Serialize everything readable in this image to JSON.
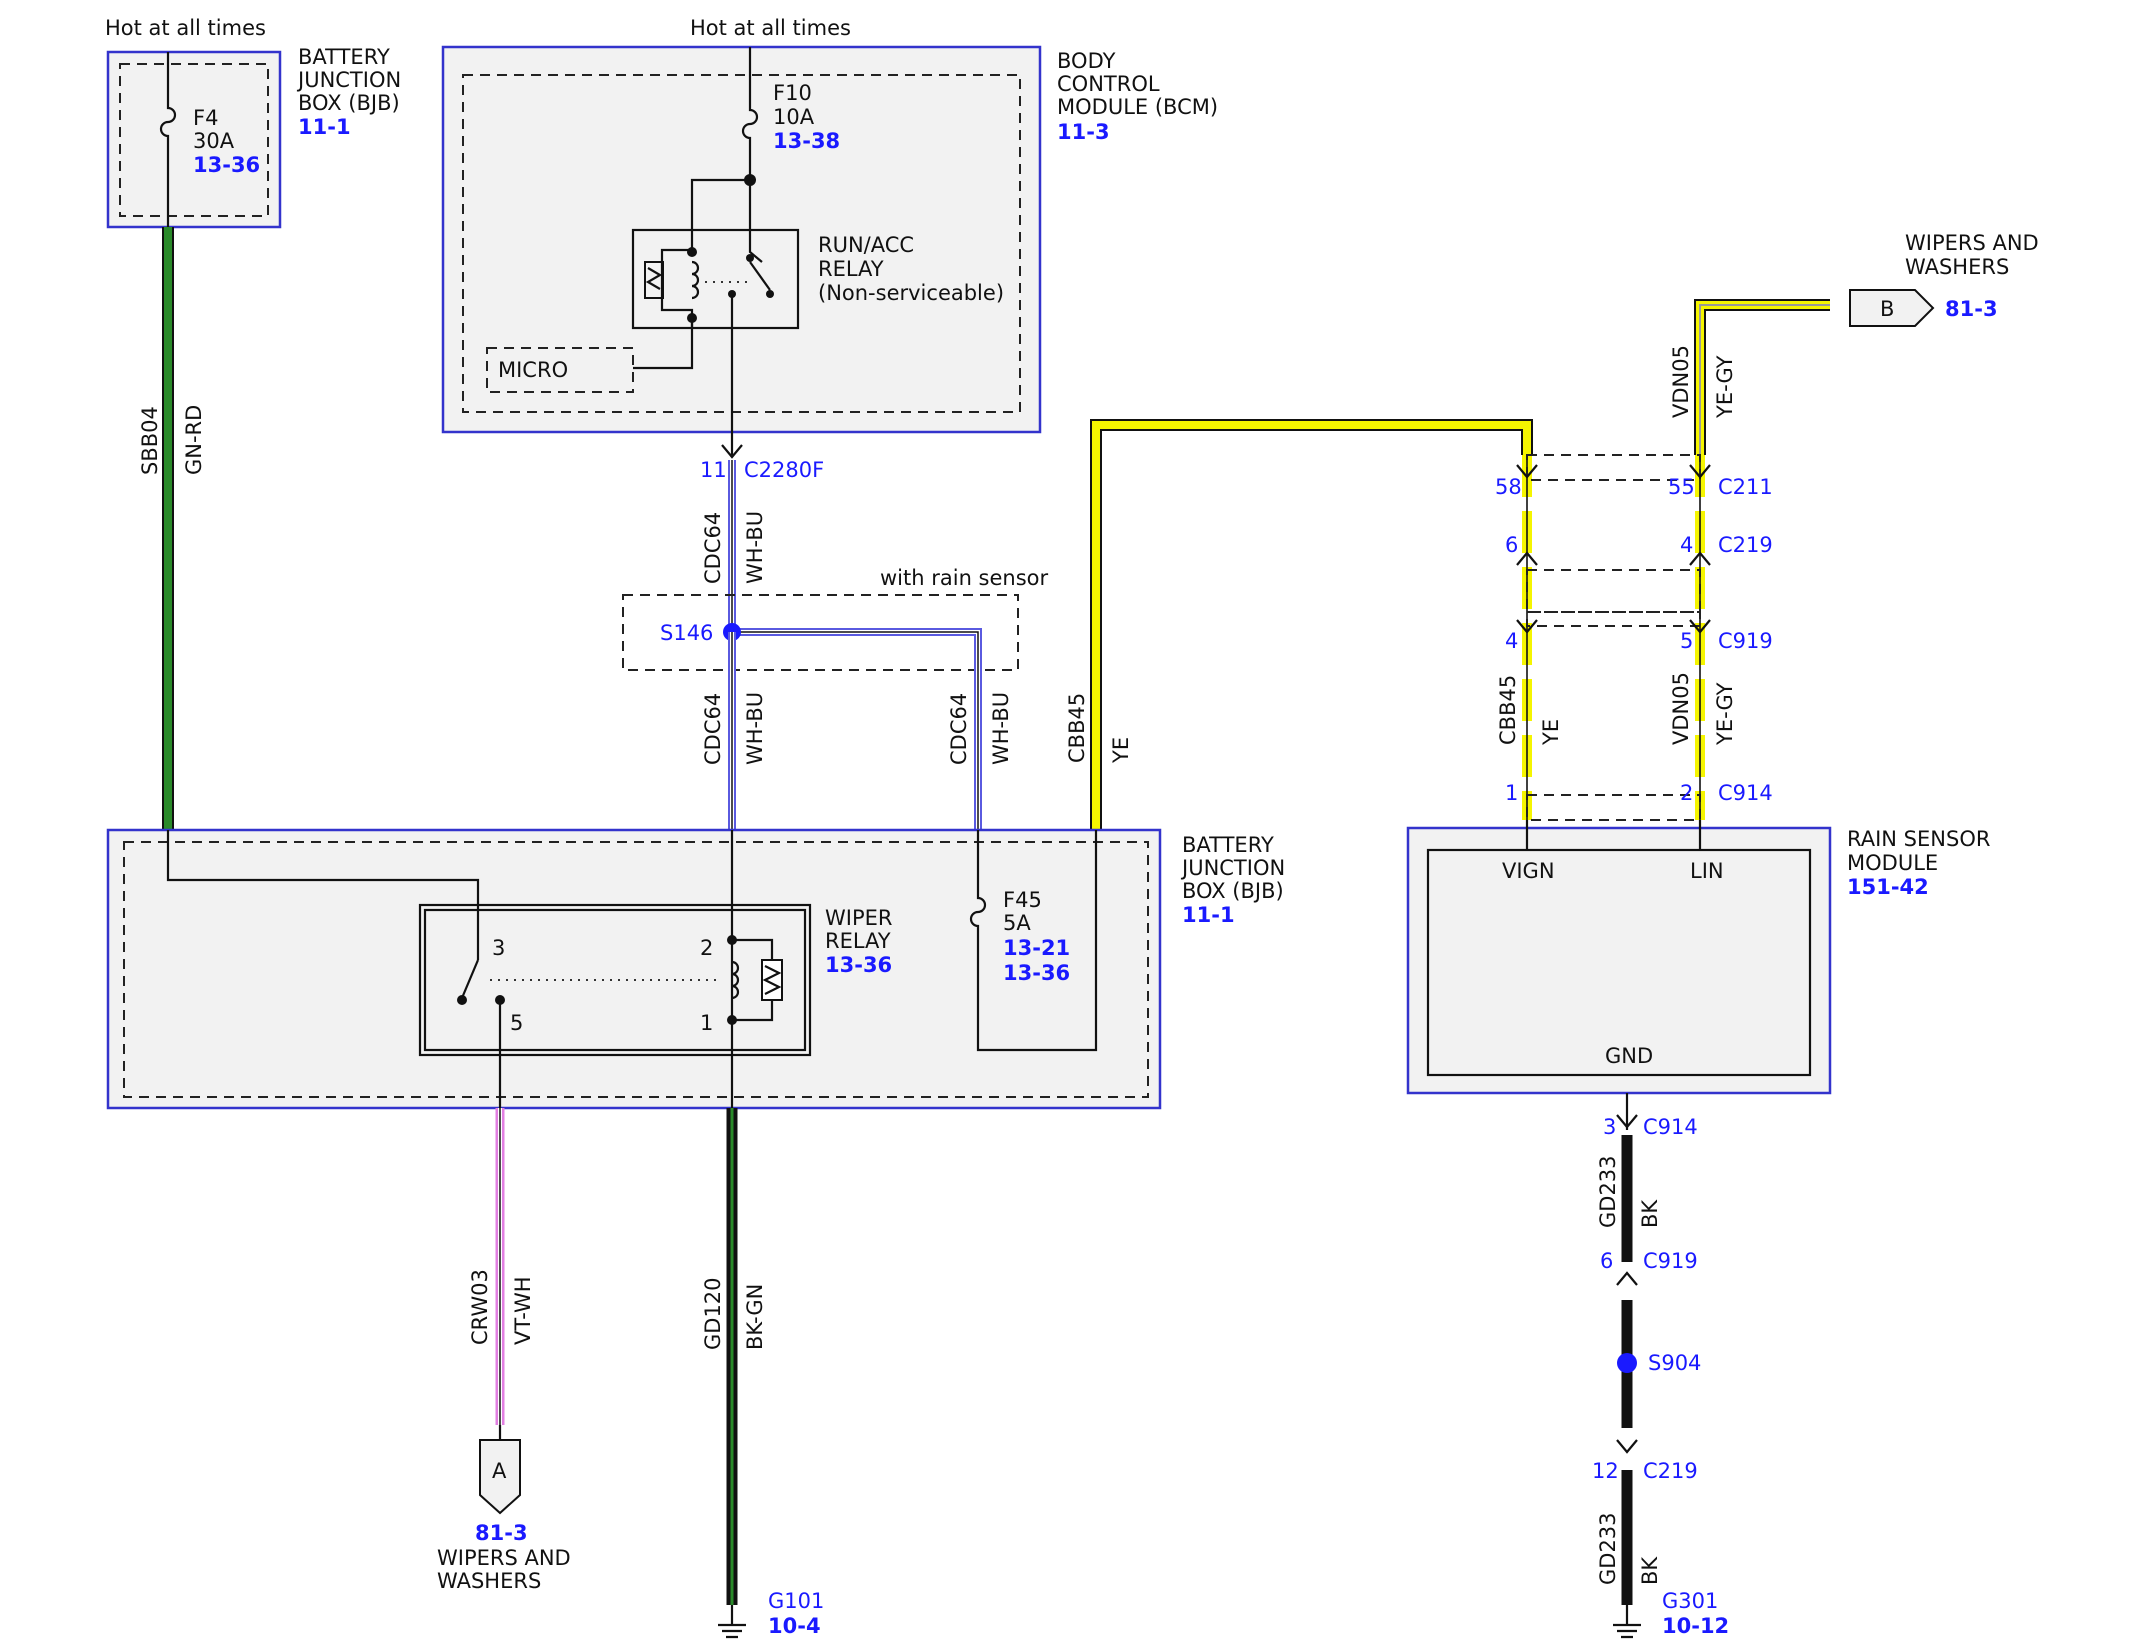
{
  "colors": {
    "label_blue": "#1a1aff",
    "module_border": "#3333cc",
    "module_fill": "#f2f2f2",
    "wire_yellow": "#f5f500",
    "wire_green": "#2a8a2a",
    "wire_violet": "#e27fe2",
    "wire_blue_stripe": "#5a5ae0",
    "wire_black": "#111111"
  },
  "bjb_top": {
    "hot_label": "Hot at all times",
    "name_lines": [
      "BATTERY",
      "JUNCTION",
      "BOX (BJB)"
    ],
    "ref": "11-1",
    "fuse_name": "F4",
    "fuse_rating": "30A",
    "fuse_ref": "13-36"
  },
  "bcm": {
    "hot_label": "Hot at all times",
    "name_lines": [
      "BODY",
      "CONTROL",
      "MODULE (BCM)"
    ],
    "ref": "11-3",
    "fuse_name": "F10",
    "fuse_rating": "10A",
    "fuse_ref": "13-38",
    "relay_lines": [
      "RUN/ACC",
      "RELAY",
      "(Non-serviceable)"
    ],
    "micro_label": "MICRO",
    "connector_pin": "11",
    "connector": "C2280F"
  },
  "wire_sbb04": {
    "circuit": "SBB04",
    "color": "GN-RD"
  },
  "wire_cdc64_top": {
    "circuit": "CDC64",
    "color": "WH-BU"
  },
  "rain_sensor_option": {
    "label": "with rain sensor",
    "splice": "S146"
  },
  "wire_cdc64_left": {
    "circuit": "CDC64",
    "color": "WH-BU"
  },
  "wire_cdc64_right": {
    "circuit": "CDC64",
    "color": "WH-BU"
  },
  "wire_cbb45": {
    "circuit": "CBB45",
    "color": "YE"
  },
  "bjb_bottom": {
    "name_lines": [
      "BATTERY",
      "JUNCTION",
      "BOX (BJB)"
    ],
    "ref": "11-1",
    "relay_lines": [
      "WIPER",
      "RELAY"
    ],
    "relay_ref": "13-36",
    "pins": {
      "p3": "3",
      "p5": "5",
      "p2": "2",
      "p1": "1"
    },
    "fuse_name": "F45",
    "fuse_rating": "5A",
    "fuse_refs": [
      "13-21",
      "13-36"
    ]
  },
  "wire_crw03": {
    "circuit": "CRW03",
    "color": "VT-WH"
  },
  "wire_gd120": {
    "circuit": "GD120",
    "color": "BK-GN"
  },
  "connector_a": {
    "letter": "A",
    "ref": "81-3",
    "name_lines": [
      "WIPERS AND",
      "WASHERS"
    ]
  },
  "ground_g101": {
    "name": "G101",
    "ref": "10-4"
  },
  "connector_b": {
    "letter": "B",
    "ref": "81-3",
    "name_lines": [
      "WIPERS AND",
      "WASHERS"
    ]
  },
  "wire_vdn05_top": {
    "circuit": "VDN05",
    "color": "YE-GY"
  },
  "inline_connectors": {
    "c211": {
      "pin_left": "58",
      "pin_right": "55",
      "name": "C211"
    },
    "c219": {
      "pin_left": "6",
      "pin_right": "4",
      "name": "C219"
    },
    "c919": {
      "pin_left": "4",
      "pin_right": "5",
      "name": "C919"
    },
    "c914": {
      "pin_left": "1",
      "pin_right": "2",
      "name": "C914"
    }
  },
  "wire_cbb45_right": {
    "circuit": "CBB45",
    "color": "YE"
  },
  "wire_vdn05_bottom": {
    "circuit": "VDN05",
    "color": "YE-GY"
  },
  "rain_sensor_module": {
    "name_lines": [
      "RAIN SENSOR",
      "MODULE"
    ],
    "ref": "151-42",
    "pin_vign": "VIGN",
    "pin_lin": "LIN",
    "pin_gnd": "GND"
  },
  "ground_path": {
    "c914_pin": "3",
    "c914": "C914",
    "wire1_circuit": "GD233",
    "wire1_color": "BK",
    "c919_pin": "6",
    "c919": "C919",
    "splice": "S904",
    "c219_pin": "12",
    "c219": "C219",
    "wire2_circuit": "GD233",
    "wire2_color": "BK"
  },
  "ground_g301": {
    "name": "G301",
    "ref": "10-12"
  }
}
